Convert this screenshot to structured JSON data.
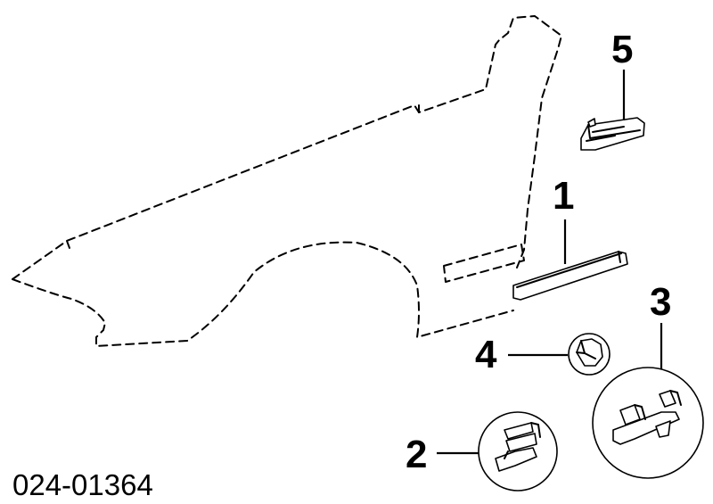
{
  "callouts": {
    "part1": "1",
    "part2": "2",
    "part3": "3",
    "part4": "4",
    "part5": "5"
  },
  "reference_code": "024-01364",
  "colors": {
    "line": "#000000",
    "background": "#ffffff"
  }
}
